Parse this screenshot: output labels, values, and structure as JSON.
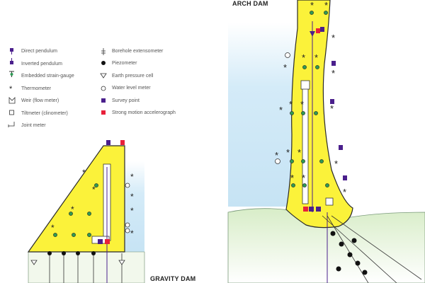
{
  "titles": {
    "arch": "ARCH DAM",
    "gravity": "GRAVITY DAM"
  },
  "legend": {
    "left": [
      {
        "label": "Direct pendulum",
        "icon": "direct-pendulum-icon"
      },
      {
        "label": "Inverted pendulum",
        "icon": "inverted-pendulum-icon"
      },
      {
        "label": "Embedded strain-gauge",
        "icon": "strain-gauge-icon"
      },
      {
        "label": "Thermometer",
        "icon": "thermometer-icon"
      },
      {
        "label": "Weir (flow meter)",
        "icon": "weir-icon"
      },
      {
        "label": "Tiltmeter (clinometer)",
        "icon": "tiltmeter-icon"
      },
      {
        "label": "Joint meter",
        "icon": "joint-meter-icon"
      }
    ],
    "right": [
      {
        "label": "Borehole extensometer",
        "icon": "extensometer-icon"
      },
      {
        "label": "Piezometer",
        "icon": "piezometer-icon"
      },
      {
        "label": "Earth pressure cell",
        "icon": "earth-pressure-cell-icon"
      },
      {
        "label": "Water level meter",
        "icon": "water-level-meter-icon"
      },
      {
        "label": "Survey point",
        "icon": "survey-point-icon"
      },
      {
        "label": "Strong motion accelerograph",
        "icon": "accelerograph-icon"
      }
    ]
  },
  "colors": {
    "dam": "#fbf23a",
    "dam_outline": "#2a2a2a",
    "water": "#cfe8f7",
    "ground": "#d6ebc5",
    "ground_line": "#6a8a6a",
    "survey": "#4a1f8c",
    "accelerograph": "#e8203a",
    "strain_gauge": "#2f9a55",
    "pendulum": "#4a1f8c",
    "line": "#333333"
  }
}
